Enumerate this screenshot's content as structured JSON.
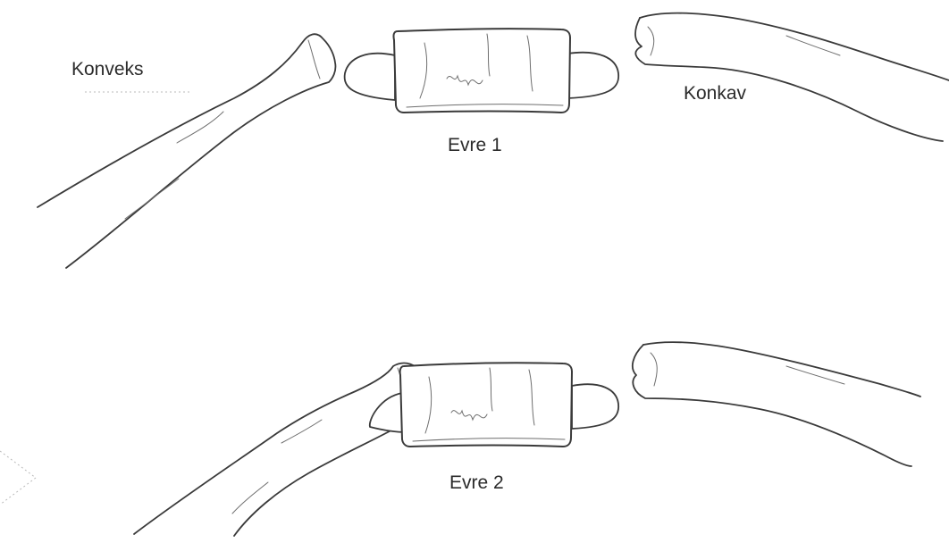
{
  "labels": {
    "convex": "Konveks",
    "concave": "Konkav",
    "stage1": "Evre 1",
    "stage2": "Evre 2"
  }
}
